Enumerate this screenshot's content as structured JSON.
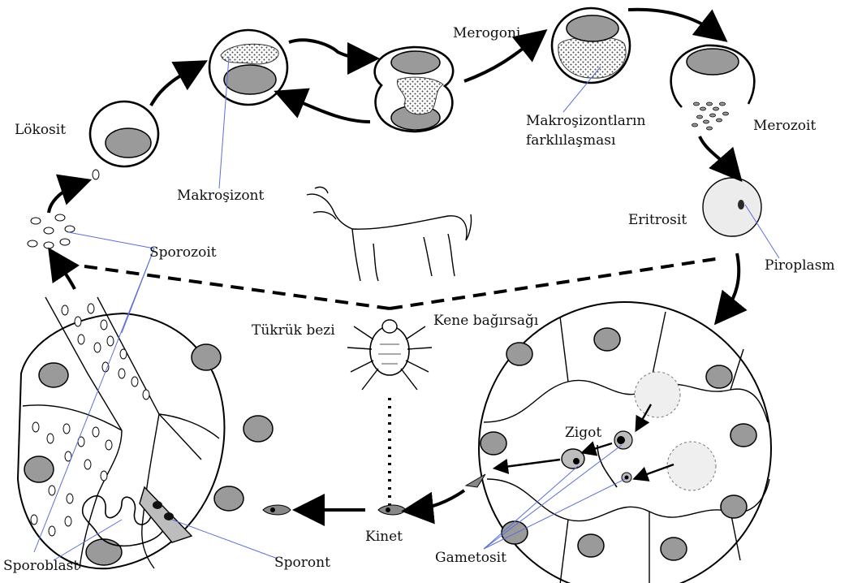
{
  "labels": {
    "lokosit": "Lökosit",
    "makrosizont": "Makroşizont",
    "merogoni": "Merogoni",
    "makrosizont_diff_1": "Makroşizontların",
    "makrosizont_diff_2": "farklılaşması",
    "merozoit": "Merozoit",
    "eritrosit": "Eritrosit",
    "piroplasm": "Piroplasm",
    "sporozoit": "Sporozoit",
    "tukruk_bezi": "Tükrük bezi",
    "kene_bagirsagi": "Kene bağırsağı",
    "zigot": "Zigot",
    "kinet": "Kinet",
    "gametosit": "Gametosit",
    "sporoblast": "Sporoblast",
    "sporont": "Sporont"
  },
  "colors": {
    "nucleus": "#9a9a9a",
    "leader_line": "#5b6fd6",
    "erythrocyte": "#ececec"
  }
}
